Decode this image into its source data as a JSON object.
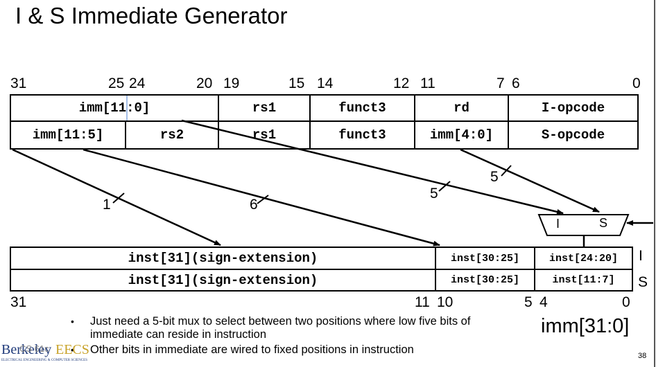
{
  "title": "I & S Immediate Generator",
  "bit_numbers_top": {
    "b31": "31",
    "b25": "25",
    "b24": "24",
    "b20": "20",
    "b19": "19",
    "b15": "15",
    "b14": "14",
    "b12": "12",
    "b11": "11",
    "b7": "7",
    "b6": "6",
    "b0": "0"
  },
  "i_format": {
    "imm": "imm[11:0]",
    "rs1": "rs1",
    "funct3": "funct3",
    "rd": "rd",
    "opcode": "I-opcode"
  },
  "s_format": {
    "imm_hi": "imm[11:5]",
    "rs2": "rs2",
    "rs1": "rs1",
    "funct3": "funct3",
    "imm_lo": "imm[4:0]",
    "opcode": "S-opcode"
  },
  "widths": {
    "w1": "1",
    "w6": "6",
    "w5a": "5",
    "w5b": "5"
  },
  "mux": {
    "in_i": "I",
    "in_s": "S"
  },
  "imm_i_row": {
    "sign": "inst[31](sign-extension)",
    "mid": "inst[30:25]",
    "low": "inst[24:20]",
    "tag": "I"
  },
  "imm_s_row": {
    "sign": "inst[31](sign-extension)",
    "mid": "inst[30:25]",
    "low": "inst[11:7]",
    "tag": "S"
  },
  "bit_numbers_bottom": {
    "b31": "31",
    "b11": "11",
    "b10": "10",
    "b5": "5",
    "b4": "4",
    "b0": "0"
  },
  "imm_label": "imm[31:0]",
  "bullets": [
    "Just need a 5-bit mux to select between two positions where low five bits of immediate can reside in instruction",
    "Other bits in immediate are wired to fixed positions in instruction"
  ],
  "footer": {
    "course": "CS 61c",
    "logo_main": "Berkeley",
    "logo_accent": "EECS",
    "logo_sub": "ELECTRICAL ENGINEERING & COMPUTER SCIENCES"
  },
  "page_number": "38"
}
